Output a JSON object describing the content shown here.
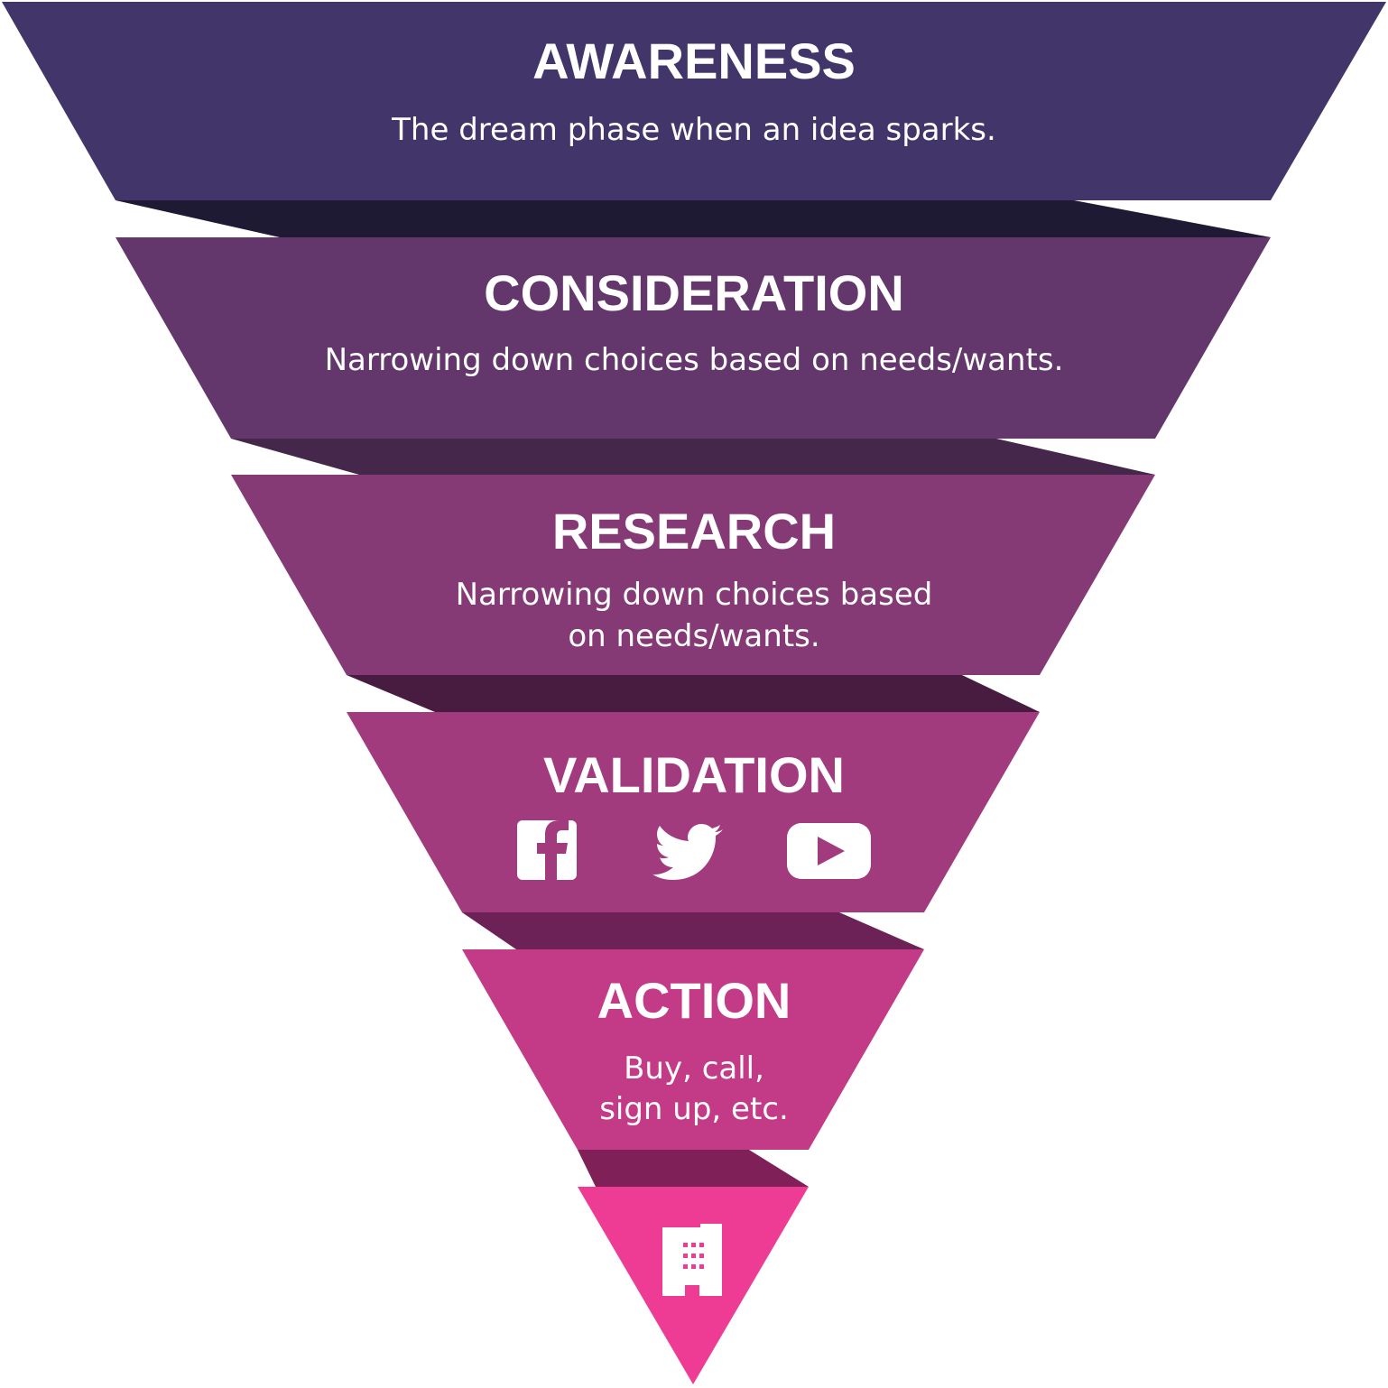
{
  "diagram": {
    "type": "inverted-funnel",
    "stages": [
      {
        "title": "AWARENESS",
        "lines": [
          "The dream phase when an idea sparks."
        ],
        "color": "#41356a",
        "shadow_color": "#1f1a33"
      },
      {
        "title": "CONSIDERATION",
        "lines": [
          "Narrowing down choices based on needs/wants."
        ],
        "color": "#63376c",
        "shadow_color": "#45274b"
      },
      {
        "title": "RESEARCH",
        "lines": [
          "Narrowing down choices based",
          "on needs/wants."
        ],
        "color": "#853a76",
        "shadow_color": "#481b40"
      },
      {
        "title": "VALIDATION",
        "icons": [
          "facebook-icon",
          "twitter-icon",
          "youtube-icon"
        ],
        "color": "#a23a7e",
        "shadow_color": "#6c2256"
      },
      {
        "title": "ACTION",
        "lines": [
          "Buy, call,",
          "sign up, etc."
        ],
        "color": "#c33a86",
        "shadow_color": "#7f2058"
      },
      {
        "icon": "building-icon",
        "color": "#ee3c94"
      }
    ]
  }
}
